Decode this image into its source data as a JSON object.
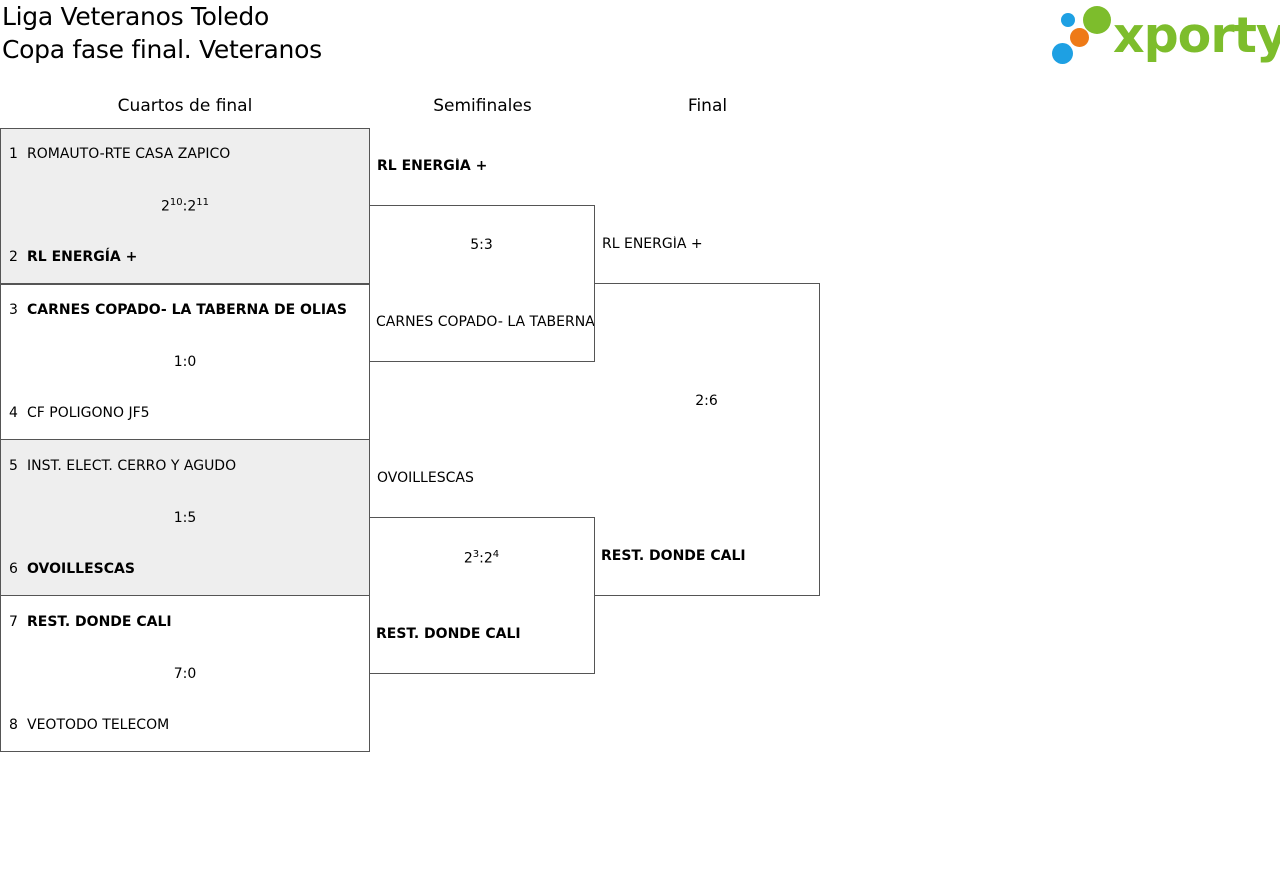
{
  "header": {
    "title_line1": "Liga Veteranos Toledo",
    "title_line2": "Copa fase final. Veteranos"
  },
  "logo": {
    "text": "xporty",
    "colors": {
      "green": "#7dbd2c",
      "blue": "#1ea0e3",
      "orange": "#ee7a17"
    }
  },
  "rounds": {
    "quarterfinals": "Cuartos de final",
    "semifinals": "Semifinales",
    "final": "Final"
  },
  "quarterfinals": [
    {
      "team_a": {
        "seed": "1",
        "name": "ROMAUTO-RTE CASA ZAPICO"
      },
      "team_b": {
        "seed": "2",
        "name": "RL ENERGÍA +"
      },
      "score": {
        "a": "2",
        "a_sup": "10",
        "sep": ":",
        "b": "2",
        "b_sup": "11"
      },
      "winner": "b"
    },
    {
      "team_a": {
        "seed": "3",
        "name": "CARNES COPADO- LA TABERNA DE OLIAS"
      },
      "team_b": {
        "seed": "4",
        "name": "CF POLIGONO JF5"
      },
      "score": {
        "text": "1:0"
      },
      "winner": "a"
    },
    {
      "team_a": {
        "seed": "5",
        "name": "INST. ELECT. CERRO Y AGUDO"
      },
      "team_b": {
        "seed": "6",
        "name": "OVOILLESCAS"
      },
      "score": {
        "text": "1:5"
      },
      "winner": "b"
    },
    {
      "team_a": {
        "seed": "7",
        "name": "REST. DONDE CALI"
      },
      "team_b": {
        "seed": "8",
        "name": "VEOTODO TELECOM"
      },
      "score": {
        "text": "7:0"
      },
      "winner": "a"
    }
  ],
  "semifinals": [
    {
      "team_a": "RL ENERGÍA +",
      "team_b": "CARNES COPADO- LA TABERNA DE OLIAS",
      "score": {
        "text": "5:3"
      },
      "winner": "a"
    },
    {
      "team_a": "OVOILLESCAS",
      "team_b": "REST. DONDE CALI",
      "score": {
        "a": "2",
        "a_sup": "3",
        "sep": ":",
        "b": "2",
        "b_sup": "4"
      },
      "winner": "b"
    }
  ],
  "final": {
    "team_a": "RL ENERGÍA +",
    "team_b": "REST. DONDE CALI",
    "score": {
      "text": "2:6"
    },
    "winner": "b"
  }
}
